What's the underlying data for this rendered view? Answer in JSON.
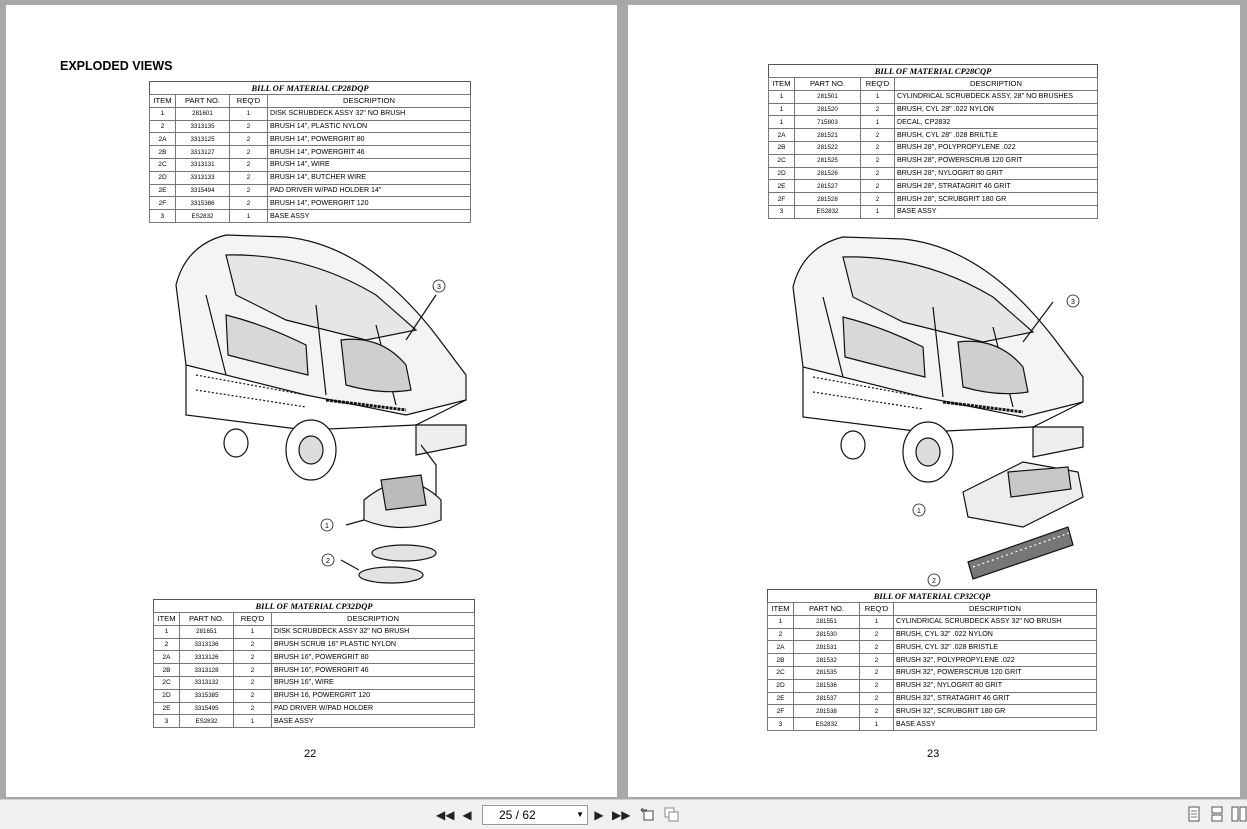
{
  "left_page": {
    "heading": "EXPLODED VIEWS",
    "page_number": "22",
    "bom_top": {
      "title": "BILL OF MATERIAL CP28DQP",
      "headers": [
        "ITEM",
        "PART NO.",
        "REQ'D",
        "DESCRIPTION"
      ],
      "rows": [
        [
          "1",
          "281601",
          "1",
          "DISK SCRUBDECK ASSY 32\" NO BRUSH"
        ],
        [
          "2",
          "3313135",
          "2",
          "BRUSH 14\", PLASTIC NYLON"
        ],
        [
          "2A",
          "3313125",
          "2",
          "BRUSH 14\", POWERGRIT 80"
        ],
        [
          "2B",
          "3313127",
          "2",
          "BRUSH 14\", POWERGRIT 46"
        ],
        [
          "2C",
          "3313131",
          "2",
          "BRUSH 14\", WIRE"
        ],
        [
          "2D",
          "3313133",
          "2",
          "BRUSH 14\", BUTCHER WIRE"
        ],
        [
          "2E",
          "3315494",
          "2",
          "PAD DRIVER W/PAD HOLDER 14\""
        ],
        [
          "2F",
          "3315386",
          "2",
          "BRUSH 14\", POWERGRIT 120"
        ],
        [
          "3",
          "ES2832",
          "1",
          "BASE ASSY"
        ]
      ]
    },
    "bom_bottom": {
      "title": "BILL OF MATERIAL CP32DQP",
      "headers": [
        "ITEM",
        "PART NO.",
        "REQ'D",
        "DESCRIPTION"
      ],
      "rows": [
        [
          "1",
          "281651",
          "1",
          "DISK SCRUBDECK ASSY 32\" NO BRUSH"
        ],
        [
          "2",
          "3313136",
          "2",
          "BRUSH SCRUB 16\" PLASTIC NYLON"
        ],
        [
          "2A",
          "3313126",
          "2",
          "BRUSH 16\", POWERGRIT 80"
        ],
        [
          "2B",
          "3313128",
          "2",
          "BRUSH 16\", POWERGRIT 46"
        ],
        [
          "2C",
          "3313132",
          "2",
          "BRUSH 16\", WIRE"
        ],
        [
          "2D",
          "3315385",
          "2",
          "BRUSH 16, POWERGRIT 120"
        ],
        [
          "2E",
          "3315495",
          "2",
          "PAD DRIVER W/PAD HOLDER"
        ],
        [
          "3",
          "ES2832",
          "1",
          "BASE ASSY"
        ]
      ]
    },
    "callouts": [
      "1",
      "2",
      "3"
    ]
  },
  "right_page": {
    "page_number": "23",
    "bom_top": {
      "title": "BILL OF MATERIAL CP28CQP",
      "headers": [
        "ITEM",
        "PART NO.",
        "REQ'D",
        "DESCRIPTION"
      ],
      "rows": [
        [
          "1",
          "281501",
          "1",
          "CYLINDRICAL SCRUBDECK ASSY, 28\" NO BRUSHES"
        ],
        [
          "1",
          "281520",
          "2",
          "BRUSH, CYL 28\" .022 NYLON"
        ],
        [
          "1",
          "715803",
          "1",
          "DECAL, CP2832"
        ],
        [
          "2A",
          "281521",
          "2",
          "BRUSH, CYL 28\" .028 BRILTLE"
        ],
        [
          "2B",
          "281522",
          "2",
          "BRUSH 28\", POLYPROPYLENE .022"
        ],
        [
          "2C",
          "281525",
          "2",
          "BRUSH 28\", POWERSCRUB 120 GRIT"
        ],
        [
          "2D",
          "281526",
          "2",
          "BRUSH 28\", NYLOGRIT 80 GRIT"
        ],
        [
          "2E",
          "281527",
          "2",
          "BRUSH 28\", STRATAGRIT 46 GRIT"
        ],
        [
          "2F",
          "281528",
          "2",
          "BRUSH 28\", SCRUBGRIT 180 GR"
        ],
        [
          "3",
          "ES2832",
          "1",
          "BASE ASSY"
        ]
      ]
    },
    "bom_bottom": {
      "title": "BILL OF MATERIAL CP32CQP",
      "headers": [
        "ITEM",
        "PART NO.",
        "REQ'D",
        "DESCRIPTION"
      ],
      "rows": [
        [
          "1",
          "281551",
          "1",
          "CYLINDRICAL SCRUBDECK ASSY 32\" NO BRUSH"
        ],
        [
          "2",
          "281530",
          "2",
          "BRUSH, CYL 32\" .022 NYLON"
        ],
        [
          "2A",
          "281531",
          "2",
          "BRUSH, CYL 32\" .028 BRISTLE"
        ],
        [
          "2B",
          "281532",
          "2",
          "BRUSH 32\", POLYPROPYLENE .022"
        ],
        [
          "2C",
          "281535",
          "2",
          "BRUSH 32\", POWERSCRUB 120 GRIT"
        ],
        [
          "2D",
          "281536",
          "2",
          "BRUSH 32\", NYLOGRIT 80 GRIT"
        ],
        [
          "2E",
          "281537",
          "2",
          "BRUSH 32\", STRATAGRIT 46 GRIT"
        ],
        [
          "2F",
          "281538",
          "2",
          "BRUSH 32\", SCRUBGRIT 180 GR"
        ],
        [
          "3",
          "ES2832",
          "1",
          "BASE ASSY"
        ]
      ]
    },
    "callouts": [
      "1",
      "2",
      "3"
    ]
  },
  "toolbar": {
    "page_indicator": "25 / 62",
    "icons": [
      "first-page-icon",
      "prev-page-icon",
      "next-page-icon",
      "last-page-icon",
      "back-icon",
      "forward-icon",
      "single-page-view-icon",
      "continuous-view-icon",
      "two-page-view-icon"
    ]
  }
}
